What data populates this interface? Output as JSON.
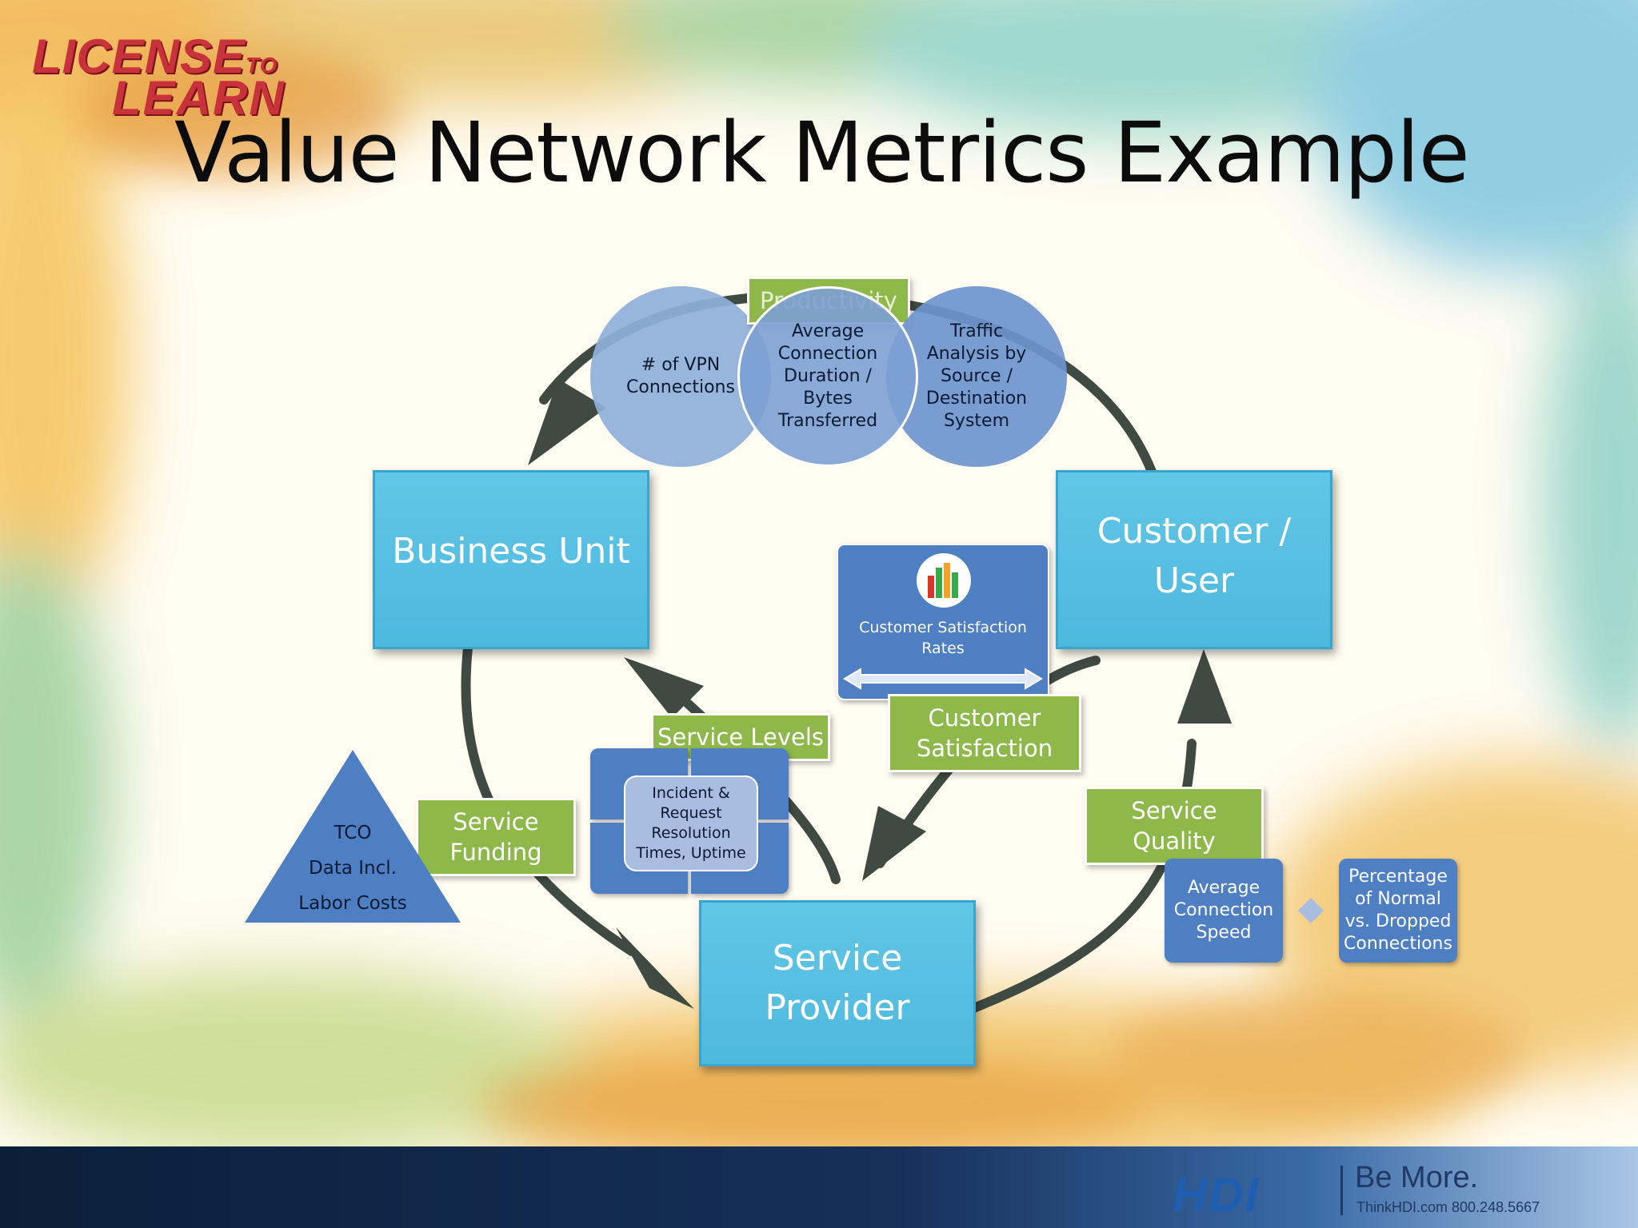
{
  "slide": {
    "title": "Value Network Metrics Example",
    "logo_line1": "LICENSE",
    "logo_to": "TO",
    "logo_line2": "LEARN"
  },
  "nodes": {
    "business_unit": "Business Unit",
    "customer_user_1": "Customer /",
    "customer_user_2": "User",
    "service_provider_1": "Service",
    "service_provider_2": "Provider"
  },
  "flows": {
    "productivity": "Productivity",
    "service_levels": "Service Levels",
    "customer_satisfaction_1": "Customer",
    "customer_satisfaction_2": "Satisfaction",
    "service_funding_1": "Service",
    "service_funding_2": "Funding",
    "service_quality_1": "Service",
    "service_quality_2": "Quality"
  },
  "metrics": {
    "vpn_1": "# of VPN",
    "vpn_2": "Connections",
    "avg_duration": [
      "Average",
      "Connection",
      "Duration /",
      "Bytes",
      "Transferred"
    ],
    "traffic": [
      "Traffic",
      "Analysis by",
      "Source /",
      "Destination",
      "System"
    ],
    "csat_1": "Customer Satisfaction",
    "csat_2": "Rates",
    "incident": [
      "Incident &",
      "Request",
      "Resolution",
      "Times, Uptime"
    ],
    "tco": [
      "TCO",
      "Data Incl.",
      "Labor Costs"
    ],
    "avg_speed": [
      "Average",
      "Connection",
      "Speed"
    ],
    "dropped": [
      "Percentage",
      "of Normal",
      "vs. Dropped",
      "Connections"
    ]
  },
  "footer": {
    "brand": "HDI",
    "tagline": "Be More.",
    "site": "ThinkHDI.com  800.248.5667"
  },
  "colors": {
    "node_fill": "#4db9de",
    "flow_fill": "#8fb84a",
    "metric_fill": "#4e7fc2",
    "arrow": "#3f4a42",
    "title_text": "#0c0c0c"
  }
}
